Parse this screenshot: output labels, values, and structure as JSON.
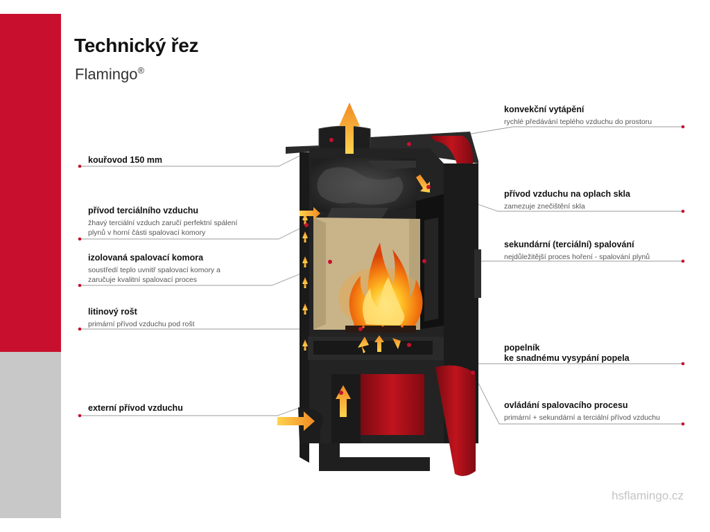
{
  "header": {
    "title": "Technický řez",
    "subtitle": "Flamingo",
    "registered_mark": "®"
  },
  "labels": {
    "kourovod": {
      "title": "kouřovod 150 mm"
    },
    "terciarni": {
      "title": "přívod terciálního vzduchu",
      "desc1": "žhavý terciální vzduch zaručí perfektní spálení",
      "desc2": "plynů v horní části spalovací komory"
    },
    "izolovana": {
      "title": "izolovaná spalovací komora",
      "desc1": "soustředí teplo uvnitř spalovací komory a",
      "desc2": "zaručuje kvalitní spalovací proces"
    },
    "rost": {
      "title": "litinový rošt",
      "desc1": "primární přívod vzduchu pod rošt"
    },
    "externi": {
      "title": "externí přívod vzduchu"
    },
    "konvekcni": {
      "title": "konvekční vytápění",
      "desc1": "rychlé předávání teplého vzduchu do prostoru"
    },
    "oplach": {
      "title": "přívod vzduchu na oplach skla",
      "desc1": "zamezuje znečištění skla"
    },
    "sekundarni": {
      "title": "sekundární (terciální) spalování",
      "desc1": "nejdůležitější proces hoření - spalování plynů"
    },
    "popelnik": {
      "title": "popelník",
      "title2": "ke snadnému vysypání popela"
    },
    "ovladani": {
      "title": "ovládání spalovacího procesu",
      "desc1": "primární + sekundární a terciální přívod vzduchu"
    }
  },
  "footer": {
    "website": "hsflamingo.cz"
  },
  "colors": {
    "accent_red": "#c8102e",
    "side_grey": "#c8c8c8",
    "stove_black": "#1c1c1c",
    "leader_line": "#9a9a9a"
  }
}
